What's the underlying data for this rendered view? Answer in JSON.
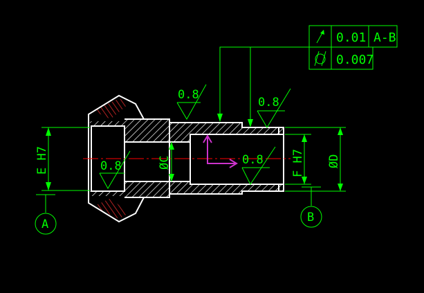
{
  "drawing": {
    "background": "#000000",
    "line_color": "#00ff00",
    "outline_color": "#ffffff",
    "center_color": "#ff0000",
    "ucs_color": "#cc33cc",
    "gear_color": "#b22222"
  },
  "tolerance_frame": {
    "row1": {
      "symbol": "circular-runout-icon",
      "value": "0.01",
      "datum": "A-B"
    },
    "row2": {
      "symbol": "cylindricity-icon",
      "value": "0.007"
    }
  },
  "roughness": {
    "top_left": "0.8",
    "top_right": "0.8",
    "bore_left": "0.8",
    "bore_right": "0.8"
  },
  "dimensions": {
    "left": "E  H7",
    "center": "ØC",
    "right_inner": "F  H7",
    "right_outer": "ØD"
  },
  "datums": {
    "a": "A",
    "b": "B"
  }
}
